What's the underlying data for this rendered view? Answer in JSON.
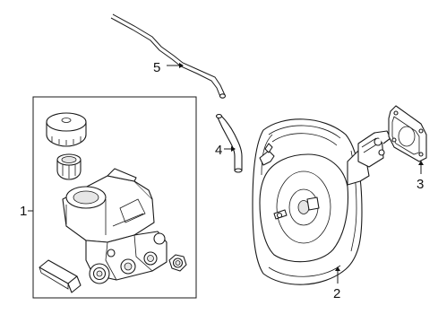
{
  "callouts": {
    "c1": "1",
    "c2": "2",
    "c3": "3",
    "c4": "4",
    "c5": "5"
  },
  "parts": [
    {
      "id": "master-cylinder-assembly",
      "callout": "1"
    },
    {
      "id": "brake-booster",
      "callout": "2"
    },
    {
      "id": "booster-gasket",
      "callout": "3"
    },
    {
      "id": "vacuum-hose-short",
      "callout": "4"
    },
    {
      "id": "vacuum-hose-long",
      "callout": "5"
    }
  ]
}
